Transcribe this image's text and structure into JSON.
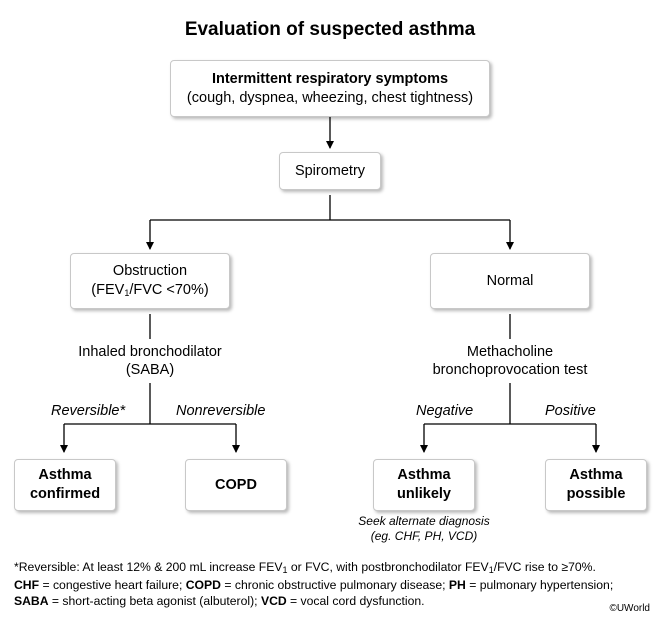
{
  "title": "Evaluation of suspected asthma",
  "start": {
    "heading": "Intermittent respiratory symptoms",
    "detail": "(cough, dyspnea, wheezing, chest tightness)"
  },
  "spirometry": "Spirometry",
  "obstruction": {
    "label": "Obstruction",
    "fev_pre": "(FEV",
    "fev_sub": "1",
    "fev_post": "/FVC <70%)"
  },
  "normal": "Normal",
  "bronchodilator": {
    "line1": "Inhaled bronchodilator",
    "line2": "(SABA)"
  },
  "methacholine": {
    "line1": "Methacholine",
    "line2": "bronchoprovocation test"
  },
  "branches": {
    "reversible": "Reversible*",
    "nonreversible": "Nonreversible",
    "negative": "Negative",
    "positive": "Positive"
  },
  "outcomes": {
    "asthma_confirmed": {
      "line1": "Asthma",
      "line2": "confirmed"
    },
    "copd": "COPD",
    "asthma_unlikely": {
      "line1": "Asthma",
      "line2": "unlikely"
    },
    "asthma_possible": {
      "line1": "Asthma",
      "line2": "possible"
    }
  },
  "seek_alternate": {
    "line1": "Seek alternate diagnosis",
    "line2": "(eg. CHF, PH, VCD)"
  },
  "footnote": {
    "reversible_a": "*Reversible: At least 12% & 200 mL increase FEV",
    "reversible_sub1": "1",
    "reversible_b": " or FVC, with postbronchodilator FEV",
    "reversible_sub2": "1",
    "reversible_c": "/FVC rise to ≥70%.",
    "chf_abbr": "CHF",
    "chf_def": " = congestive heart failure; ",
    "copd_abbr": "COPD",
    "copd_def": " = chronic obstructive pulmonary disease; ",
    "ph_abbr": "PH",
    "ph_def": " = pulmonary hypertension;",
    "saba_abbr": "SABA",
    "saba_def": " = short-acting beta agonist (albuterol); ",
    "vcd_abbr": "VCD",
    "vcd_def": " = vocal cord dysfunction."
  },
  "copyright": "©UWorld"
}
